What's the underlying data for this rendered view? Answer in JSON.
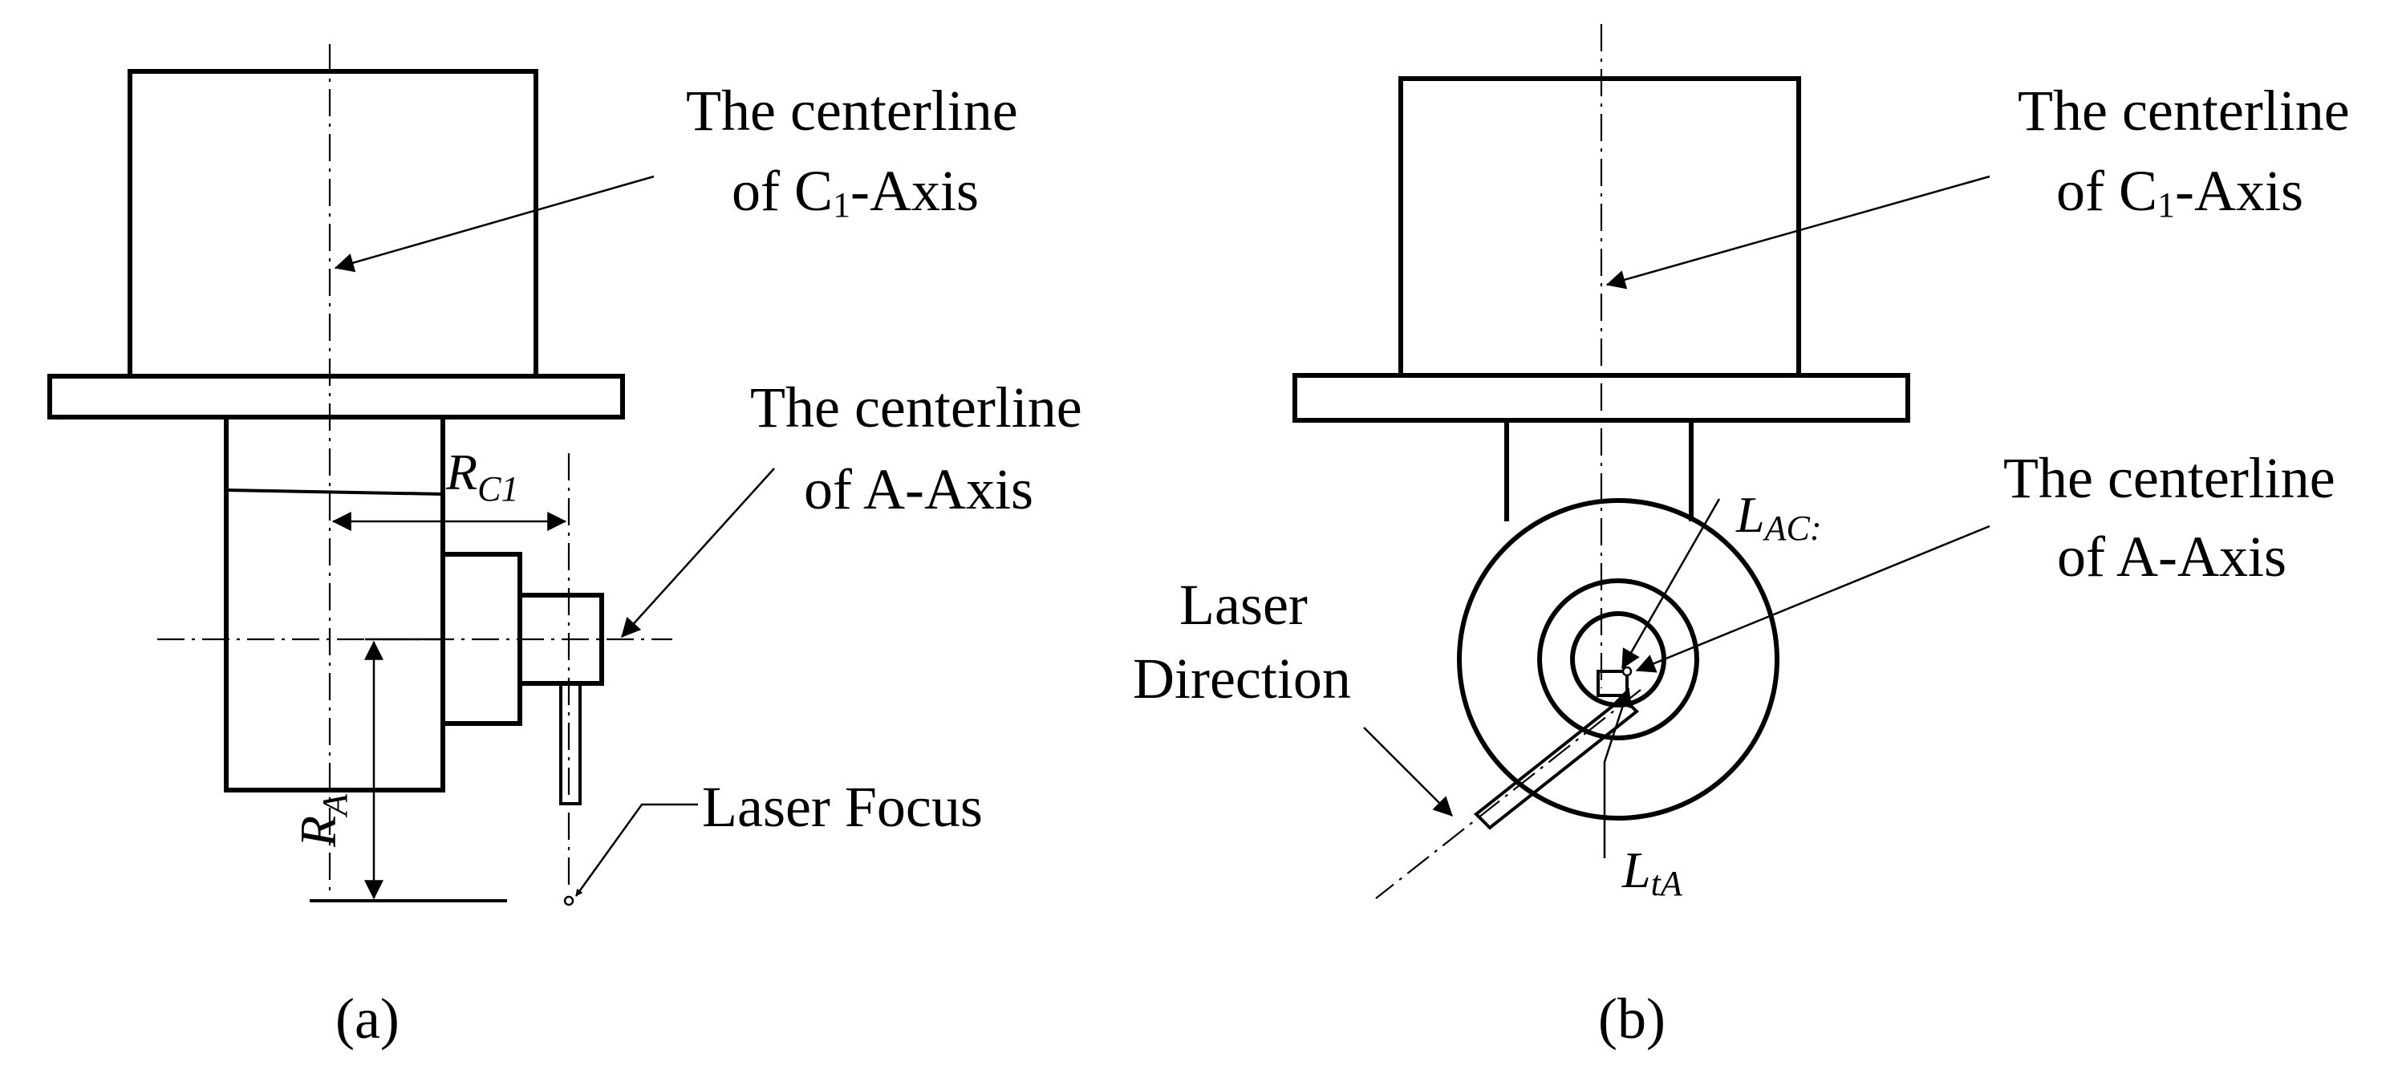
{
  "panel_a": {
    "caption": "(a)",
    "c1_axis_label_line1": "The centerline",
    "c1_axis_label_line2_pre": "of C",
    "c1_axis_label_line2_sub": "1",
    "c1_axis_label_line2_post": "-Axis",
    "a_axis_label_line1": "The centerline",
    "a_axis_label_line2": "of A-Axis",
    "laser_focus_label": "Laser Focus",
    "rc1_symbol": "R",
    "rc1_subscript": "C1",
    "ra_symbol": "R",
    "ra_subscript": "A"
  },
  "panel_b": {
    "caption": "(b)",
    "c1_axis_label_line1": "The centerline",
    "c1_axis_label_line2_pre": "of C",
    "c1_axis_label_line2_sub": "1",
    "c1_axis_label_line2_post": "-Axis",
    "a_axis_label_line1": "The centerline",
    "a_axis_label_line2": "of A-Axis",
    "laser_dir_line1": "Laser",
    "laser_dir_line2": "Direction",
    "lac_symbol": "L",
    "lac_subscript": "AC:",
    "lta_symbol": "L",
    "lta_subscript": "tA"
  }
}
